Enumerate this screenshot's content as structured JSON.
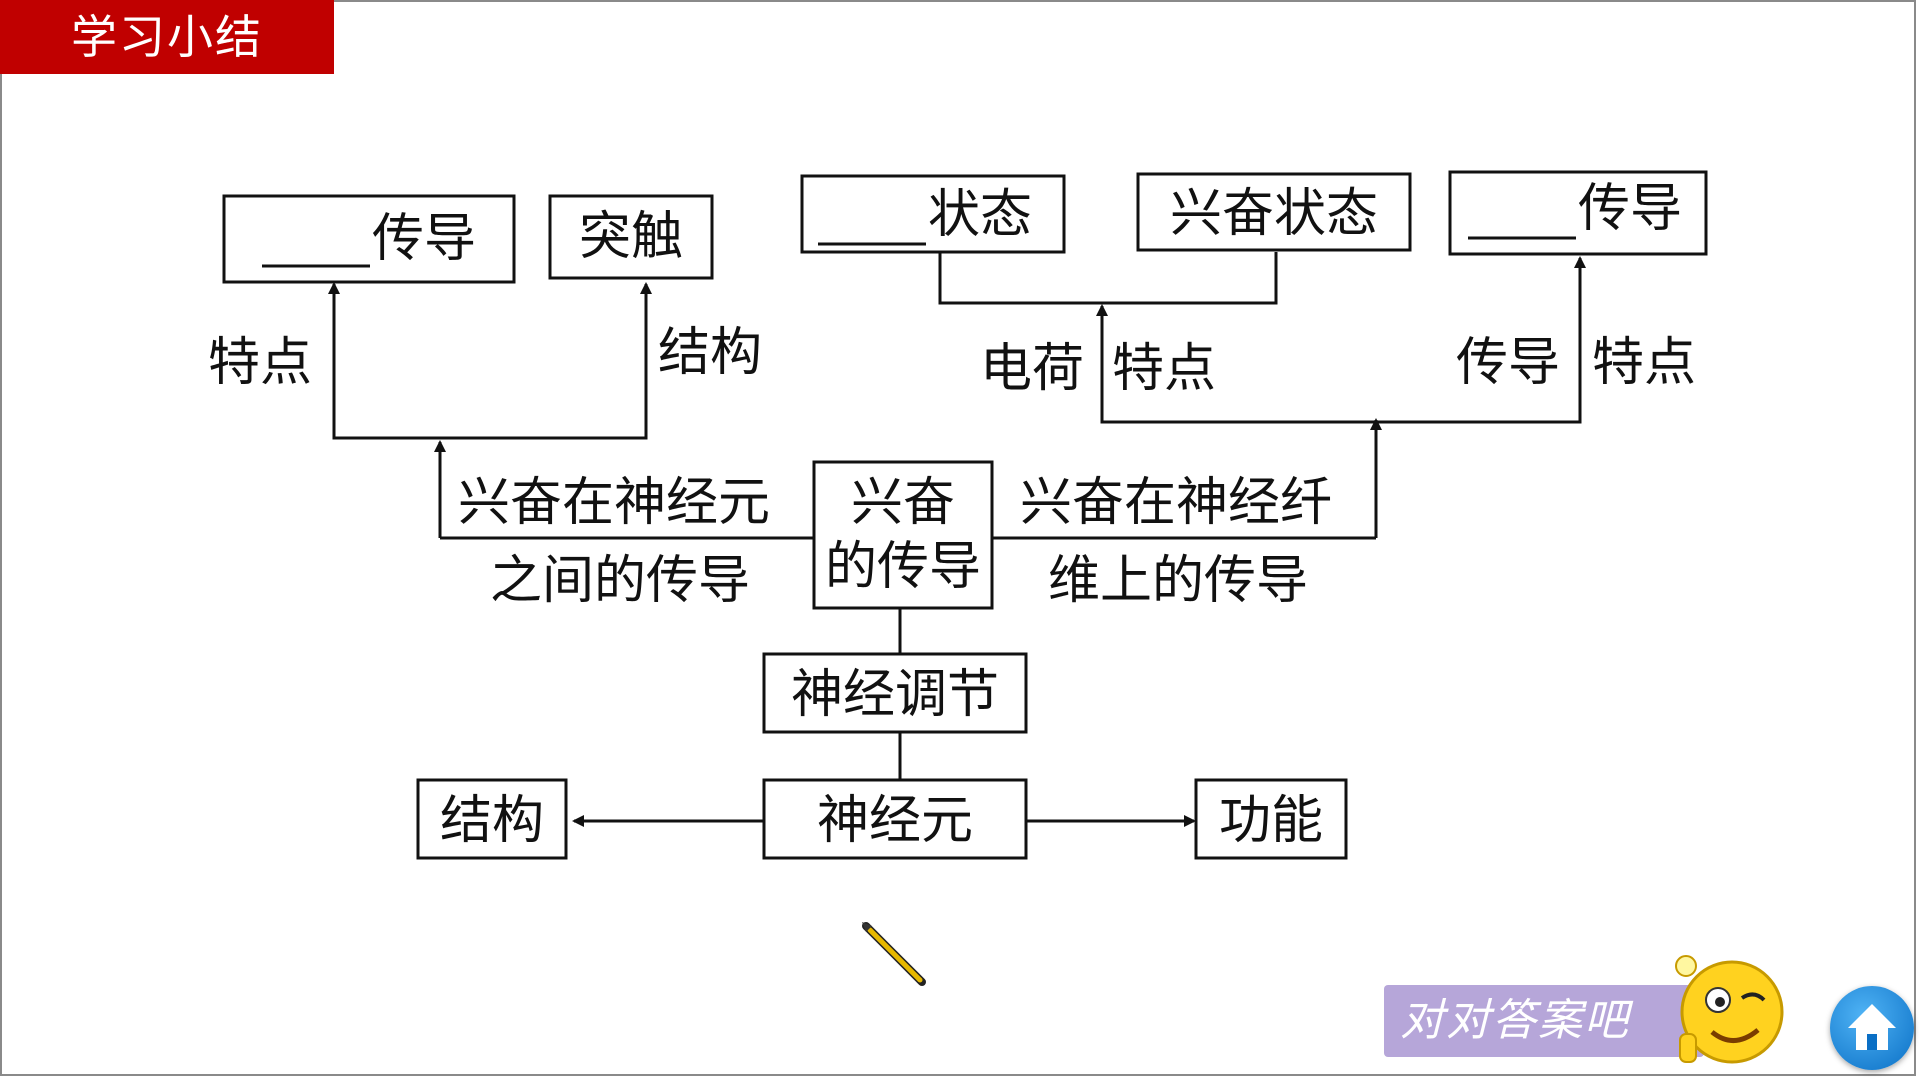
{
  "title": "学习小结",
  "nodes": {
    "root": "神经元",
    "structure": "结构",
    "function": "功能",
    "regulation": "神经调节",
    "conduction": [
      "兴奋",
      "的传导"
    ],
    "synapse": "突触",
    "conduct_left": "传导",
    "state_left": "状态",
    "excited_state": "兴奋状态",
    "conduct_right": "传导"
  },
  "labels": {
    "between_neurons": [
      "兴奋在神经元",
      "之间的传导"
    ],
    "on_fiber": [
      "兴奋在神经纤",
      "维上的传导"
    ],
    "trait_left": "特点",
    "structure_left": "结构",
    "charge": "电荷",
    "trait_mid": "特点",
    "conduct_mid": "传导",
    "trait_right": "特点"
  },
  "answer_button": "对对答案吧",
  "colors": {
    "title_bg": "#c00000",
    "answer_bg": "#b6a6d9",
    "home": "#0a6fc5"
  }
}
